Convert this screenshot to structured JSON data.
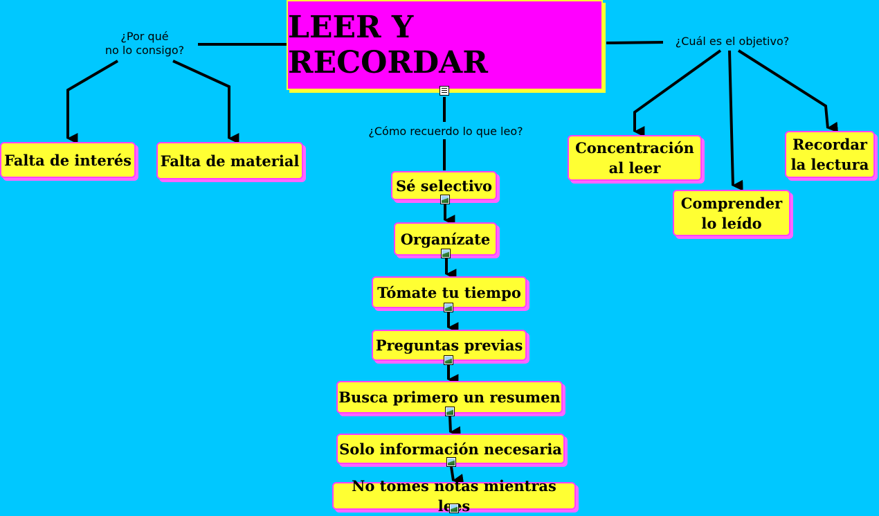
{
  "title": "LEER Y RECORDAR",
  "link_labels": {
    "left": "¿Por qué\nno lo consigo?",
    "center": "¿Cómo recuerdo lo que leo?",
    "right": "¿Cuál es el objetivo?"
  },
  "left_nodes": [
    "Falta de interés",
    "Falta de material"
  ],
  "right_nodes": [
    "Concentración\nal leer",
    "Comprender\nlo leído",
    "Recordar\nla lectura"
  ],
  "center_nodes": [
    "Sé selectivo",
    "Organízate",
    "Tómate tu tiempo",
    "Preguntas previas",
    "Busca primero un resumen",
    "Solo información necesaria",
    "No tomes notas mientras lees"
  ],
  "icons": {
    "root_resource": "document-icon",
    "node_resource": "image-icon"
  },
  "colors": {
    "background": "#00c8ff",
    "root_fill": "#ff00ff",
    "root_border": "#ffff33",
    "node_fill": "#ffff33",
    "node_border": "#ff40ff",
    "line": "#000000"
  }
}
